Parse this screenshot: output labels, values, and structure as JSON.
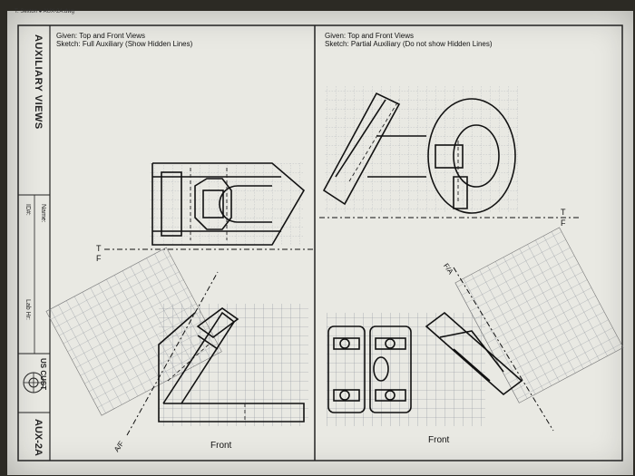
{
  "header": {
    "file_label": "T. Sexton  ●  AUX-2A.dwg"
  },
  "title_block": {
    "sheet_title": "AUXILIARY VIEWS",
    "name_label": "Name:",
    "id_label": "ID#:",
    "lab_label": "Lab Hr:",
    "school_logo_text": "US CUST",
    "drawing_number": "AUX-2A"
  },
  "left_panel": {
    "given_line": "Given:  Top and Front Views",
    "sketch_line": "Sketch: Full Auxiliary (Show Hidden Lines)",
    "fold_top": "T",
    "fold_front": "F",
    "aux_fold": "A/F",
    "front_label": "Front"
  },
  "right_panel": {
    "given_line": "Given:  Top and Front Views",
    "sketch_line": "Sketch: Partial Auxiliary (Do not show Hidden Lines)",
    "fold_top": "T",
    "fold_front": "F",
    "aux_fold": "F/A",
    "front_label": "Front"
  }
}
